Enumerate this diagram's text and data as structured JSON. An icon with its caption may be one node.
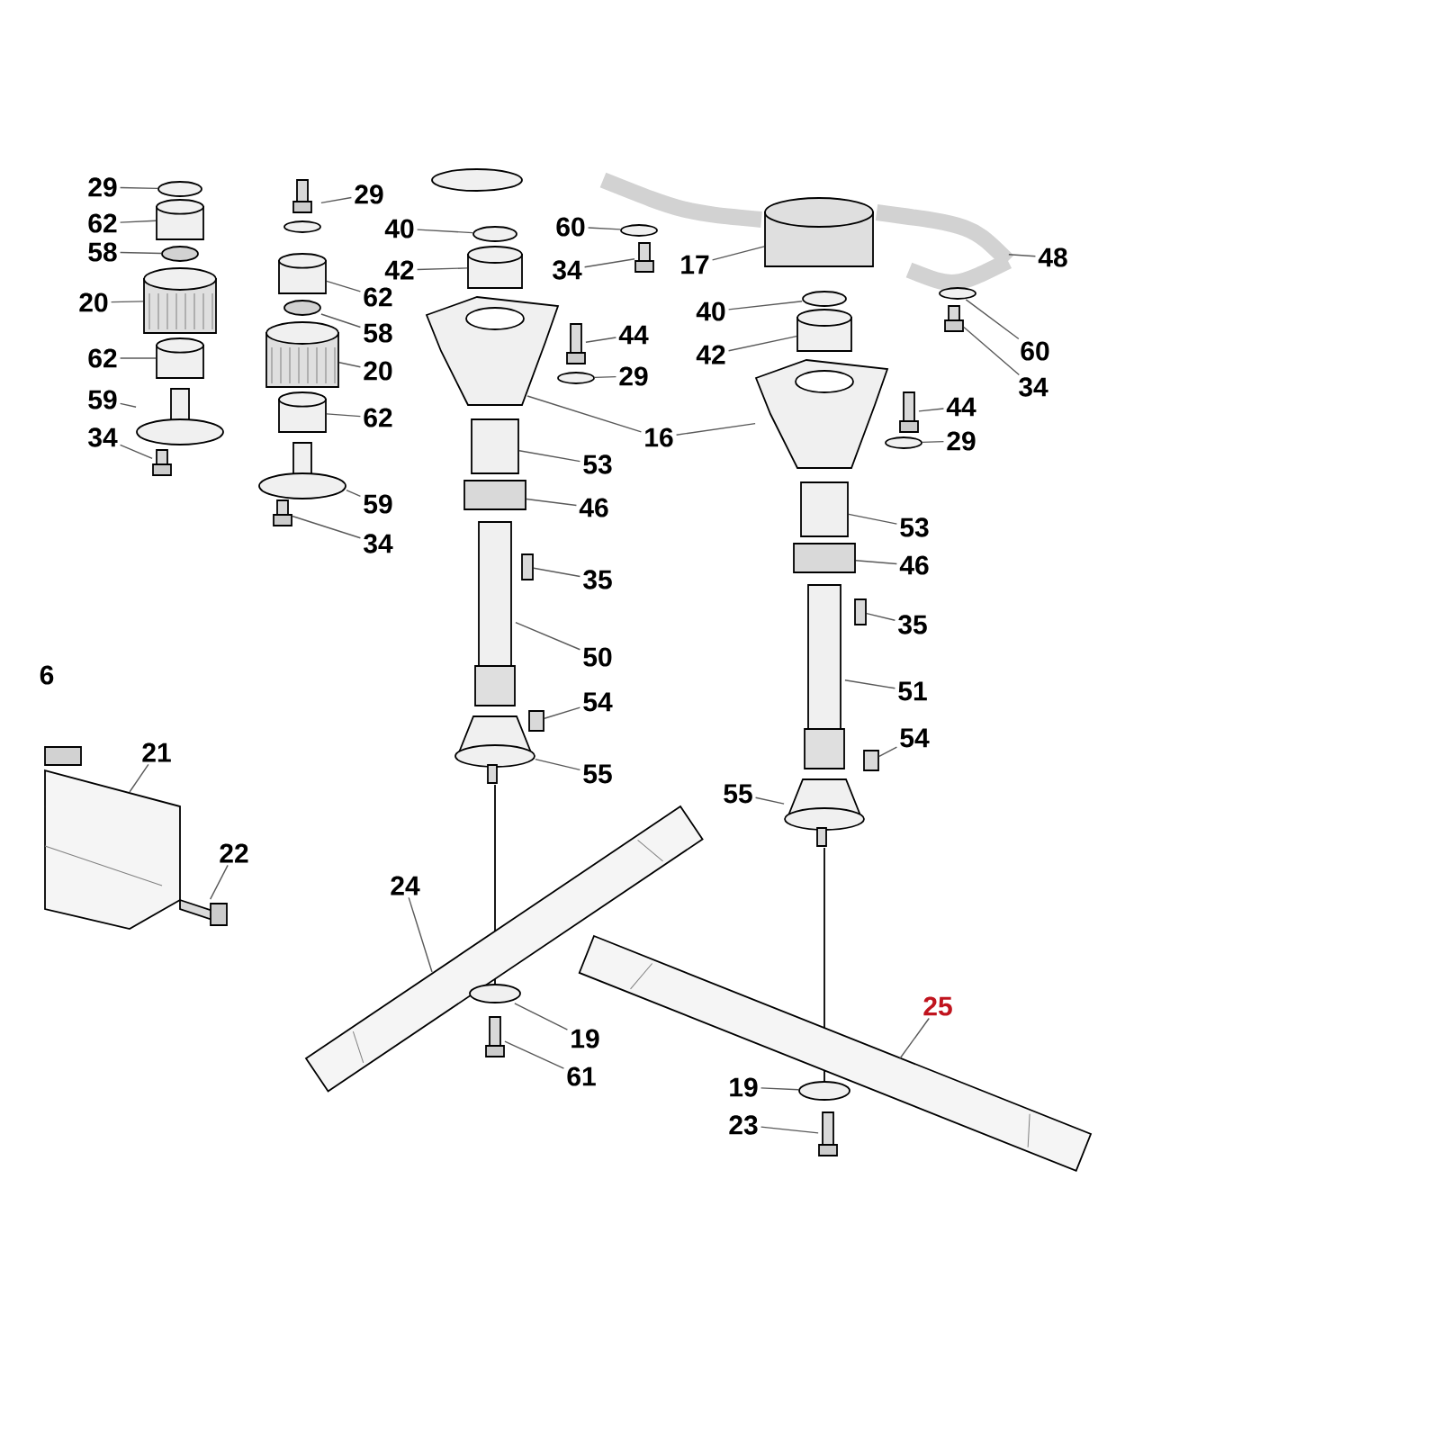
{
  "diagram": {
    "nodes": [
      {
        "text": [
          "29"
        ]
      },
      {
        "text": [
          "62"
        ]
      },
      {
        "text": [
          "58"
        ]
      },
      {
        "text": [
          "20"
        ]
      },
      {
        "text": [
          "62"
        ]
      },
      {
        "text": [
          "59"
        ]
      },
      {
        "text": [
          "34"
        ]
      },
      {
        "text": [
          "29"
        ]
      },
      {
        "text": [
          "40"
        ]
      },
      {
        "text": [
          "60"
        ]
      },
      {
        "text": [
          "17"
        ]
      },
      {
        "text": [
          "48"
        ]
      },
      {
        "text": [
          "62"
        ]
      },
      {
        "text": [
          "58"
        ]
      },
      {
        "text": [
          "42"
        ]
      },
      {
        "text": [
          "34"
        ]
      },
      {
        "text": [
          "40"
        ]
      },
      {
        "text": [
          "44"
        ]
      },
      {
        "text": [
          "60"
        ]
      },
      {
        "text": [
          "42"
        ]
      },
      {
        "text": [
          "20"
        ]
      },
      {
        "text": [
          "29"
        ]
      },
      {
        "text": [
          "34"
        ]
      },
      {
        "text": [
          "44"
        ]
      },
      {
        "text": [
          "62"
        ]
      },
      {
        "text": [
          "16"
        ]
      },
      {
        "text": [
          "29"
        ]
      },
      {
        "text": [
          "53"
        ]
      },
      {
        "text": [
          "59"
        ]
      },
      {
        "text": [
          "46"
        ]
      },
      {
        "text": [
          "53"
        ]
      },
      {
        "text": [
          "34"
        ]
      },
      {
        "text": [
          "46"
        ]
      },
      {
        "text": [
          "35"
        ]
      },
      {
        "text": [
          "35"
        ]
      },
      {
        "text": [
          "50"
        ]
      },
      {
        "text": [
          "51"
        ]
      },
      {
        "text": [
          "54"
        ]
      },
      {
        "text": [
          "54"
        ]
      },
      {
        "text": [
          "55"
        ]
      },
      {
        "text": [
          "55"
        ]
      },
      {
        "text": [
          "21"
        ]
      },
      {
        "text": [
          "22"
        ]
      },
      {
        "text": [
          "24"
        ]
      },
      {
        "text": [
          "25"
        ]
      },
      {
        "text": [
          "19"
        ]
      },
      {
        "text": [
          "61"
        ]
      },
      {
        "text": [
          "19"
        ]
      },
      {
        "text": [
          "23"
        ]
      },
      {
        "text": [],
        "shape": "circle"
      },
      {
        "text": [],
        "shape": "cylinder"
      },
      {
        "text": [],
        "shape": "circle"
      },
      {
        "text": [],
        "shape": "picture"
      },
      {
        "text": [],
        "shape": "cylinder"
      },
      {
        "text": [],
        "shape": "picture"
      },
      {
        "text": [],
        "shape": "bar"
      },
      {
        "text": [],
        "shape": "picture"
      },
      {
        "text": [],
        "shape": "circle"
      },
      {
        "text": [],
        "shape": "circle"
      },
      {
        "text": [],
        "shape": "cylinder"
      },
      {
        "text": [],
        "shape": "picture"
      },
      {
        "text": [],
        "shape": "cylinder"
      },
      {
        "text": [],
        "shape": "circle"
      },
      {
        "text": [],
        "shape": "cylinder"
      },
      {
        "text": [],
        "shape": "bar"
      },
      {
        "text": [],
        "shape": "circle"
      },
      {
        "text": [],
        "shape": "bar"
      },
      {
        "text": [],
        "shape": "circle"
      },
      {
        "text": [],
        "shape": "cylinder"
      },
      {
        "text": [],
        "shape": "picture"
      },
      {
        "text": [],
        "shape": "circle"
      },
      {
        "text": [],
        "shape": "bar"
      },
      {
        "text": [],
        "shape": "bar"
      },
      {
        "text": [],
        "shape": "cylinder"
      },
      {
        "text": [],
        "shape": "picture"
      },
      {
        "text": [],
        "shape": "picture"
      },
      {
        "text": [],
        "shape": "circle"
      },
      {
        "text": [],
        "shape": "box"
      },
      {
        "text": [],
        "shape": "picture"
      },
      {
        "text": [],
        "shape": "box"
      },
      {
        "text": [],
        "shape": "box"
      },
      {
        "text": [],
        "shape": "bar"
      },
      {
        "text": [],
        "shape": "box"
      },
      {
        "text": [],
        "shape": "box"
      },
      {
        "text": [],
        "shape": "box"
      },
      {
        "text": [],
        "shape": "bar"
      },
      {
        "text": [],
        "shape": "bar"
      },
      {
        "text": [],
        "shape": "box"
      },
      {
        "text": [],
        "shape": "box"
      },
      {
        "text": [],
        "shape": "picture"
      },
      {
        "text": [],
        "shape": "picture"
      },
      {
        "text": [],
        "shape": "picture"
      },
      {
        "text": [],
        "shape": "bar"
      },
      {
        "text": [],
        "shape": "picture"
      },
      {
        "text": [],
        "shape": "picture"
      },
      {
        "text": [],
        "shape": "circle"
      },
      {
        "text": [],
        "shape": "bar"
      },
      {
        "text": [],
        "shape": "circle"
      },
      {
        "text": [],
        "shape": "bar"
      }
    ],
    "edges": [
      {
        "from": 0,
        "to": 49,
        "arrow": "none"
      },
      {
        "from": 1,
        "to": 50,
        "arrow": "none"
      },
      {
        "from": 2,
        "to": 51,
        "arrow": "none"
      },
      {
        "from": 3,
        "to": 52,
        "arrow": "none"
      },
      {
        "from": 4,
        "to": 53,
        "arrow": "none"
      },
      {
        "from": 5,
        "to": 54,
        "arrow": "none"
      },
      {
        "from": 6,
        "to": 55,
        "arrow": "none"
      },
      {
        "from": 7,
        "to": 56,
        "arrow": "none"
      },
      {
        "from": 8,
        "to": 57,
        "arrow": "none"
      },
      {
        "from": 9,
        "to": 58,
        "arrow": "none"
      },
      {
        "from": 10,
        "to": 59,
        "arrow": "none"
      },
      {
        "from": 11,
        "to": 60,
        "arrow": "none"
      },
      {
        "from": 12,
        "to": 61,
        "arrow": "none"
      },
      {
        "from": 13,
        "to": 62,
        "arrow": "none"
      },
      {
        "from": 14,
        "to": 63,
        "arrow": "none"
      },
      {
        "from": 15,
        "to": 64,
        "arrow": "none"
      },
      {
        "from": 16,
        "to": 65,
        "arrow": "none"
      },
      {
        "from": 17,
        "to": 66,
        "arrow": "none"
      },
      {
        "from": 18,
        "to": 67,
        "arrow": "none"
      },
      {
        "from": 19,
        "to": 68,
        "arrow": "none"
      },
      {
        "from": 20,
        "to": 69,
        "arrow": "none"
      },
      {
        "from": 21,
        "to": 70,
        "arrow": "none"
      },
      {
        "from": 22,
        "to": 71,
        "arrow": "none"
      },
      {
        "from": 23,
        "to": 72,
        "arrow": "none"
      },
      {
        "from": 24,
        "to": 73,
        "arrow": "none"
      },
      {
        "from": 25,
        "to": 74,
        "arrow": "none"
      },
      {
        "from": 25,
        "to": 75,
        "arrow": "none"
      },
      {
        "from": 26,
        "to": 76,
        "arrow": "none"
      },
      {
        "from": 27,
        "to": 77,
        "arrow": "none"
      },
      {
        "from": 28,
        "to": 78,
        "arrow": "none"
      },
      {
        "from": 29,
        "to": 79,
        "arrow": "none"
      },
      {
        "from": 30,
        "to": 80,
        "arrow": "none"
      },
      {
        "from": 31,
        "to": 81,
        "arrow": "none"
      },
      {
        "from": 32,
        "to": 82,
        "arrow": "none"
      },
      {
        "from": 33,
        "to": 83,
        "arrow": "none"
      },
      {
        "from": 34,
        "to": 84,
        "arrow": "none"
      },
      {
        "from": 35,
        "to": 85,
        "arrow": "none"
      },
      {
        "from": 36,
        "to": 86,
        "arrow": "none"
      },
      {
        "from": 37,
        "to": 87,
        "arrow": "none"
      },
      {
        "from": 38,
        "to": 88,
        "arrow": "none"
      },
      {
        "from": 39,
        "to": 89,
        "arrow": "none"
      },
      {
        "from": 40,
        "to": 90,
        "arrow": "none"
      },
      {
        "from": 41,
        "to": 91,
        "arrow": "none"
      },
      {
        "from": 42,
        "to": 92,
        "arrow": "none"
      },
      {
        "from": 43,
        "to": 93,
        "arrow": "none"
      },
      {
        "from": 44,
        "to": 94,
        "arrow": "none"
      },
      {
        "from": 45,
        "to": 95,
        "arrow": "none"
      },
      {
        "from": 46,
        "to": 96,
        "arrow": "none"
      },
      {
        "from": 47,
        "to": 97,
        "arrow": "none"
      },
      {
        "from": 48,
        "to": 98,
        "arrow": "none"
      }
    ],
    "labels": [
      "6"
    ]
  }
}
